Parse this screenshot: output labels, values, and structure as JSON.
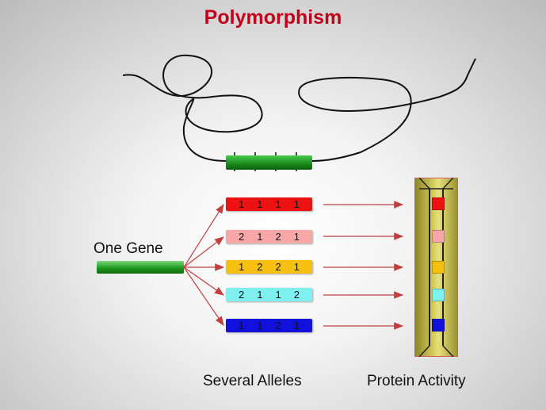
{
  "title": "Polymorphism",
  "labels": {
    "one_gene": "One Gene",
    "several_alleles": "Several Alleles",
    "protein_activity": "Protein Activity"
  },
  "alleles": [
    {
      "digits": [
        "1",
        "1",
        "1",
        "1"
      ],
      "color": "#ee1111"
    },
    {
      "digits": [
        "2",
        "1",
        "2",
        "1"
      ],
      "color": "#f7a7a7"
    },
    {
      "digits": [
        "1",
        "2",
        "2",
        "1"
      ],
      "color": "#f7c010"
    },
    {
      "digits": [
        "2",
        "1",
        "1",
        "2"
      ],
      "color": "#7ff0f0"
    },
    {
      "digits": [
        "1",
        "1",
        "2",
        "1"
      ],
      "color": "#1111dd"
    }
  ],
  "colors": {
    "title": "#c0001a",
    "gene": "#1f9a1f",
    "arrow": "#c04040"
  }
}
